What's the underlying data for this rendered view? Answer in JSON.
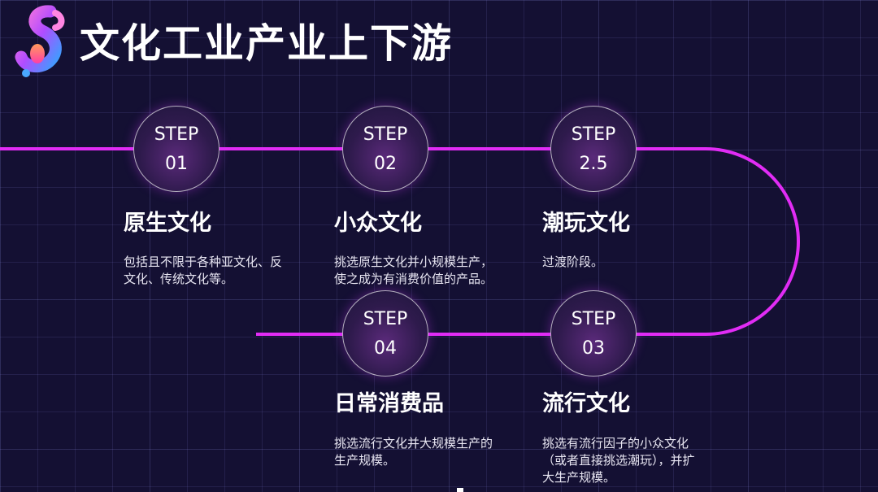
{
  "title": "文化工业产业上下游",
  "colors": {
    "path": "#e12cf5",
    "background": "#141033"
  },
  "steps": [
    {
      "label": "STEP",
      "num": "01",
      "name": "原生文化",
      "desc": "包括且不限于各种亚文化、反文化、传统文化等。"
    },
    {
      "label": "STEP",
      "num": "02",
      "name": "小众文化",
      "desc": "挑选原生文化并小规模生产，使之成为有消费价值的产品。"
    },
    {
      "label": "STEP",
      "num": "2.5",
      "name": "潮玩文化",
      "desc": "过渡阶段。"
    },
    {
      "label": "STEP",
      "num": "03",
      "name": "流行文化",
      "desc": "挑选有流行因子的小众文化（或者直接挑选潮玩），并扩大生产规模。"
    },
    {
      "label": "STEP",
      "num": "04",
      "name": "日常消费品",
      "desc": "挑选流行文化并大规模生产的生产规模。"
    }
  ]
}
